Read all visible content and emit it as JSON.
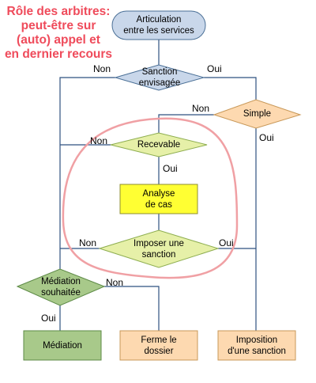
{
  "title": [
    "Rôle des arbitres:",
    "peut-être sur",
    "(auto) appel et",
    "en dernier recours"
  ],
  "colors": {
    "title": "#ef4b5b",
    "start": "#c9d7ea",
    "diamond_blue": "#c9d7ea",
    "diamond_green_light": "#e6f0a8",
    "diamond_green_dark": "#a8c98a",
    "box_yellow": "#ffff33",
    "box_orange": "#fdd9b0",
    "box_green": "#a8c98a",
    "highlight_circle": "#f0a0a4"
  },
  "nodes": {
    "start": [
      "Articulation",
      "entre les services"
    ],
    "sanction": [
      "Sanction",
      "envisagée"
    ],
    "simple": [
      "Simple"
    ],
    "recevable": [
      "Recevable"
    ],
    "analyse": [
      "Analyse",
      "de cas"
    ],
    "imposer": [
      "Imposer une",
      "sanction"
    ],
    "mediation_souhaitee": [
      "Médiation",
      "souhaitée"
    ],
    "mediation": [
      "Médiation"
    ],
    "ferme": [
      "Ferme le",
      "dossier"
    ],
    "imposition": [
      "Imposition",
      "d'une sanction"
    ]
  },
  "labels": {
    "sanction_non": "Non",
    "sanction_oui": "Oui",
    "simple_non": "Non",
    "simple_oui": "Oui",
    "recevable_non": "Non",
    "recevable_oui": "Oui",
    "imposer_non": "Non",
    "imposer_oui": "Oui",
    "mediation_non": "Non",
    "mediation_oui": "Oui"
  }
}
